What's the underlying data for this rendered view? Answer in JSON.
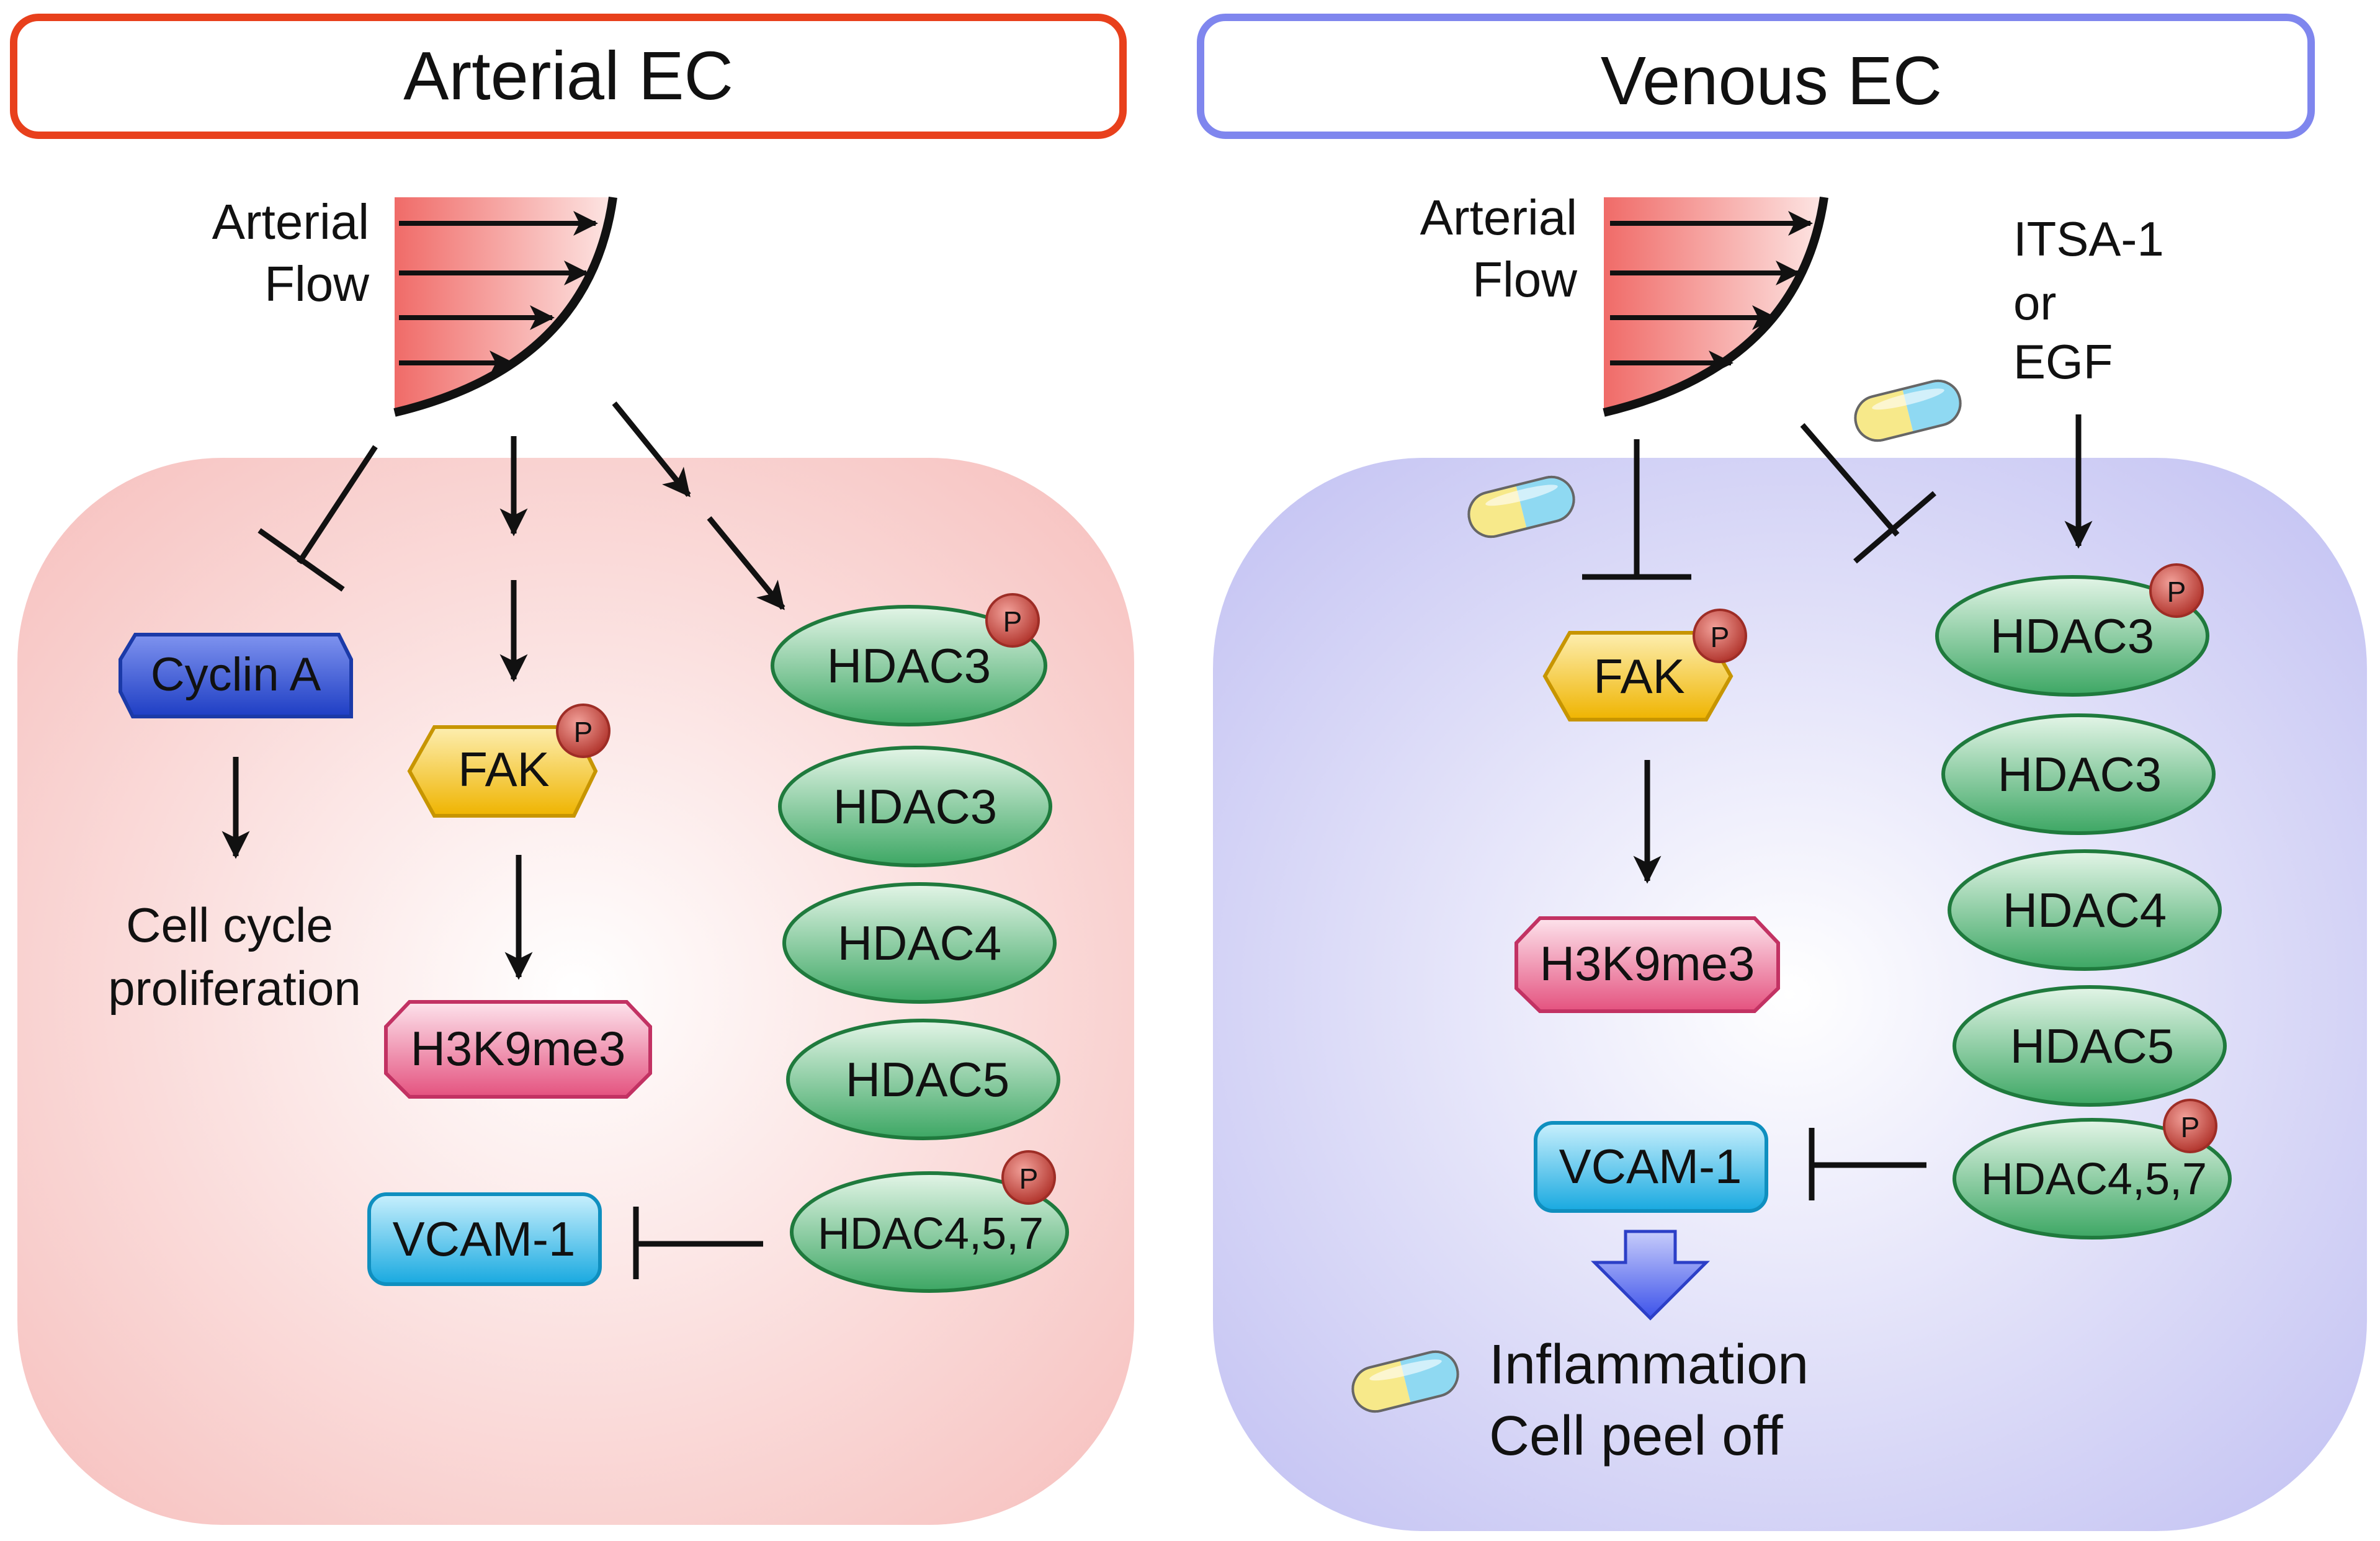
{
  "colors": {
    "arterial_border": "#e8401c",
    "venous_border": "#7f86ee",
    "arterial_cell": "#f8c8c6",
    "venous_cell": "#c9c8f4",
    "hdac_fill": "#46b06a",
    "fak_fill": "#f2c21b",
    "cyclin_fill": "#2f4fd0",
    "h3k9_fill": "#e95f8c",
    "vcam_fill": "#27b6ea",
    "phospho_fill": "#c9453c",
    "block_arrow": "#4d61ee"
  },
  "arterial": {
    "title": "Arterial EC",
    "flow_label_line1": "Arterial",
    "flow_label_line2": "Flow",
    "cyclin": "Cyclin A",
    "cell_cycle_line1": "Cell cycle",
    "cell_cycle_line2": "proliferation",
    "fak": "FAK",
    "h3k9": "H3K9me3",
    "hdac": [
      "HDAC3",
      "HDAC3",
      "HDAC4",
      "HDAC5",
      "HDAC4,5,7"
    ],
    "vcam": "VCAM-1",
    "phospho": "P"
  },
  "venous": {
    "title": "Venous EC",
    "flow_label_line1": "Arterial",
    "flow_label_line2": "Flow",
    "stim_line1": "ITSA-1",
    "stim_line2": "or",
    "stim_line3": "EGF",
    "fak": "FAK",
    "h3k9": "H3K9me3",
    "hdac": [
      "HDAC3",
      "HDAC3",
      "HDAC4",
      "HDAC5",
      "HDAC4,5,7"
    ],
    "vcam": "VCAM-1",
    "outcome_line1": "Inflammation",
    "outcome_line2": "Cell peel off",
    "phospho": "P"
  }
}
